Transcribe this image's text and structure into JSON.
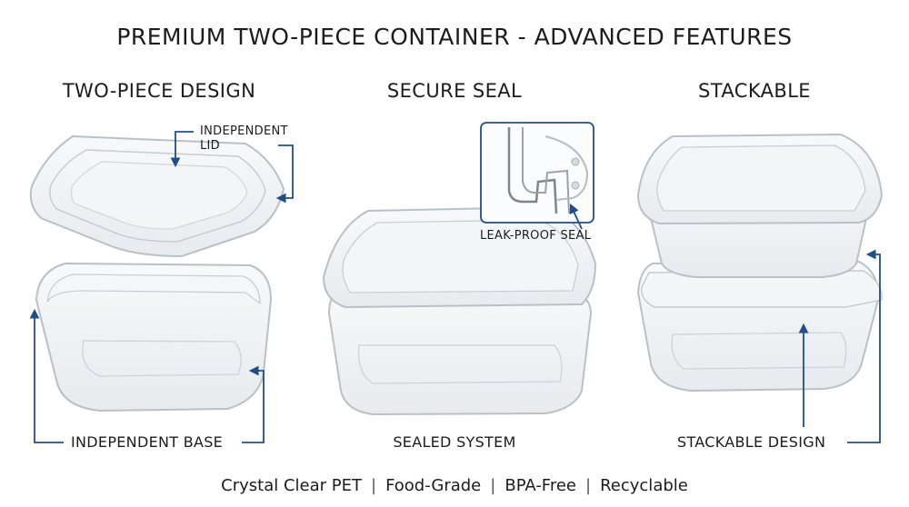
{
  "title": "PREMIUM TWO-PIECE CONTAINER - ADVANCED FEATURES",
  "sections": [
    {
      "heading": "TWO-PIECE DESIGN"
    },
    {
      "heading": "SECURE SEAL"
    },
    {
      "heading": "STACKABLE"
    }
  ],
  "labels": {
    "independent_lid_line1": "INDEPENDENT",
    "independent_lid_line2": "LID",
    "independent_base": "INDEPENDENT BASE",
    "leak_proof_seal": "LEAK-PROOF SEAL",
    "sealed_system": "SEALED SYSTEM",
    "stackable_design": "STACKABLE DESIGN"
  },
  "footer": {
    "items": [
      "Crystal Clear PET",
      "Food-Grade",
      "BPA-Free",
      "Recyclable"
    ],
    "separator": "|"
  },
  "colors": {
    "accent_blue": "#1f4e8c",
    "plastic_edge": "#b9c0c6",
    "plastic_highlight": "#eef2f4"
  }
}
